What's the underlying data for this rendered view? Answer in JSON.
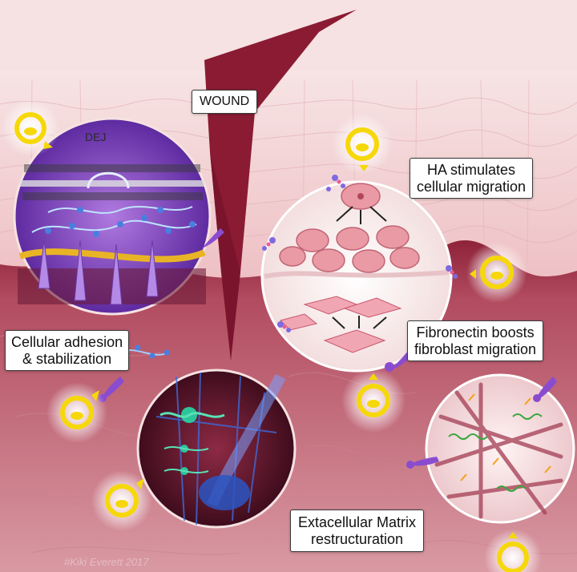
{
  "labels": {
    "wound": "WOUND",
    "dej": "DEJ",
    "ha_line1": "HA stimulates",
    "ha_line2": "cellular migration",
    "fibronectin_line1": "Fibronectin boosts",
    "fibronectin_line2": "fibroblast migration",
    "adhesion_line1": "Cellular adhesion",
    "adhesion_line2": "& stabilization",
    "ecm_line1": "Extacellular Matrix",
    "ecm_line2": "restructuration",
    "watermark": "#Kiki Everett 2017"
  },
  "colors": {
    "dermis": "#a83a50",
    "epidermis": "#f2cfd0",
    "wound": "#8a1b33",
    "accent_yellow": "#f6d80a",
    "purple": "#8a4ccf",
    "blue_molecule": "#4a7ee0"
  },
  "icons": [
    "molecule-bubble-icon",
    "wound-wedge",
    "zoom-circle"
  ]
}
